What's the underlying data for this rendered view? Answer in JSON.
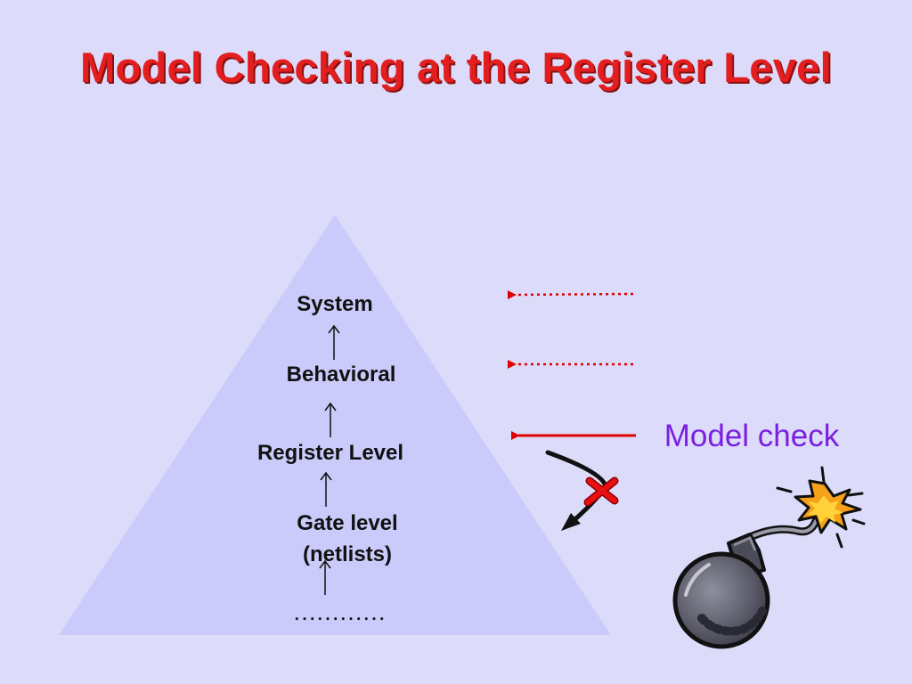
{
  "slide": {
    "title": "Model Checking at the Register Level"
  },
  "pyramid": {
    "levels": [
      {
        "label": "System"
      },
      {
        "label": "Behavioral"
      },
      {
        "label": "Register Level"
      },
      {
        "label": "Gate level"
      },
      {
        "label": "(netlists)"
      },
      {
        "label": "…………"
      }
    ]
  },
  "annotation": {
    "model_check_label": "Model check"
  },
  "colors": {
    "title": "#e41e1e",
    "background": "#dcdcfa",
    "pyramid_fill": "#cbcbfb",
    "arrow_red": "#e00000",
    "model_check_text": "#7b1fe0"
  },
  "icons": {
    "bomb": "bomb-icon",
    "cross": "cross-icon"
  }
}
